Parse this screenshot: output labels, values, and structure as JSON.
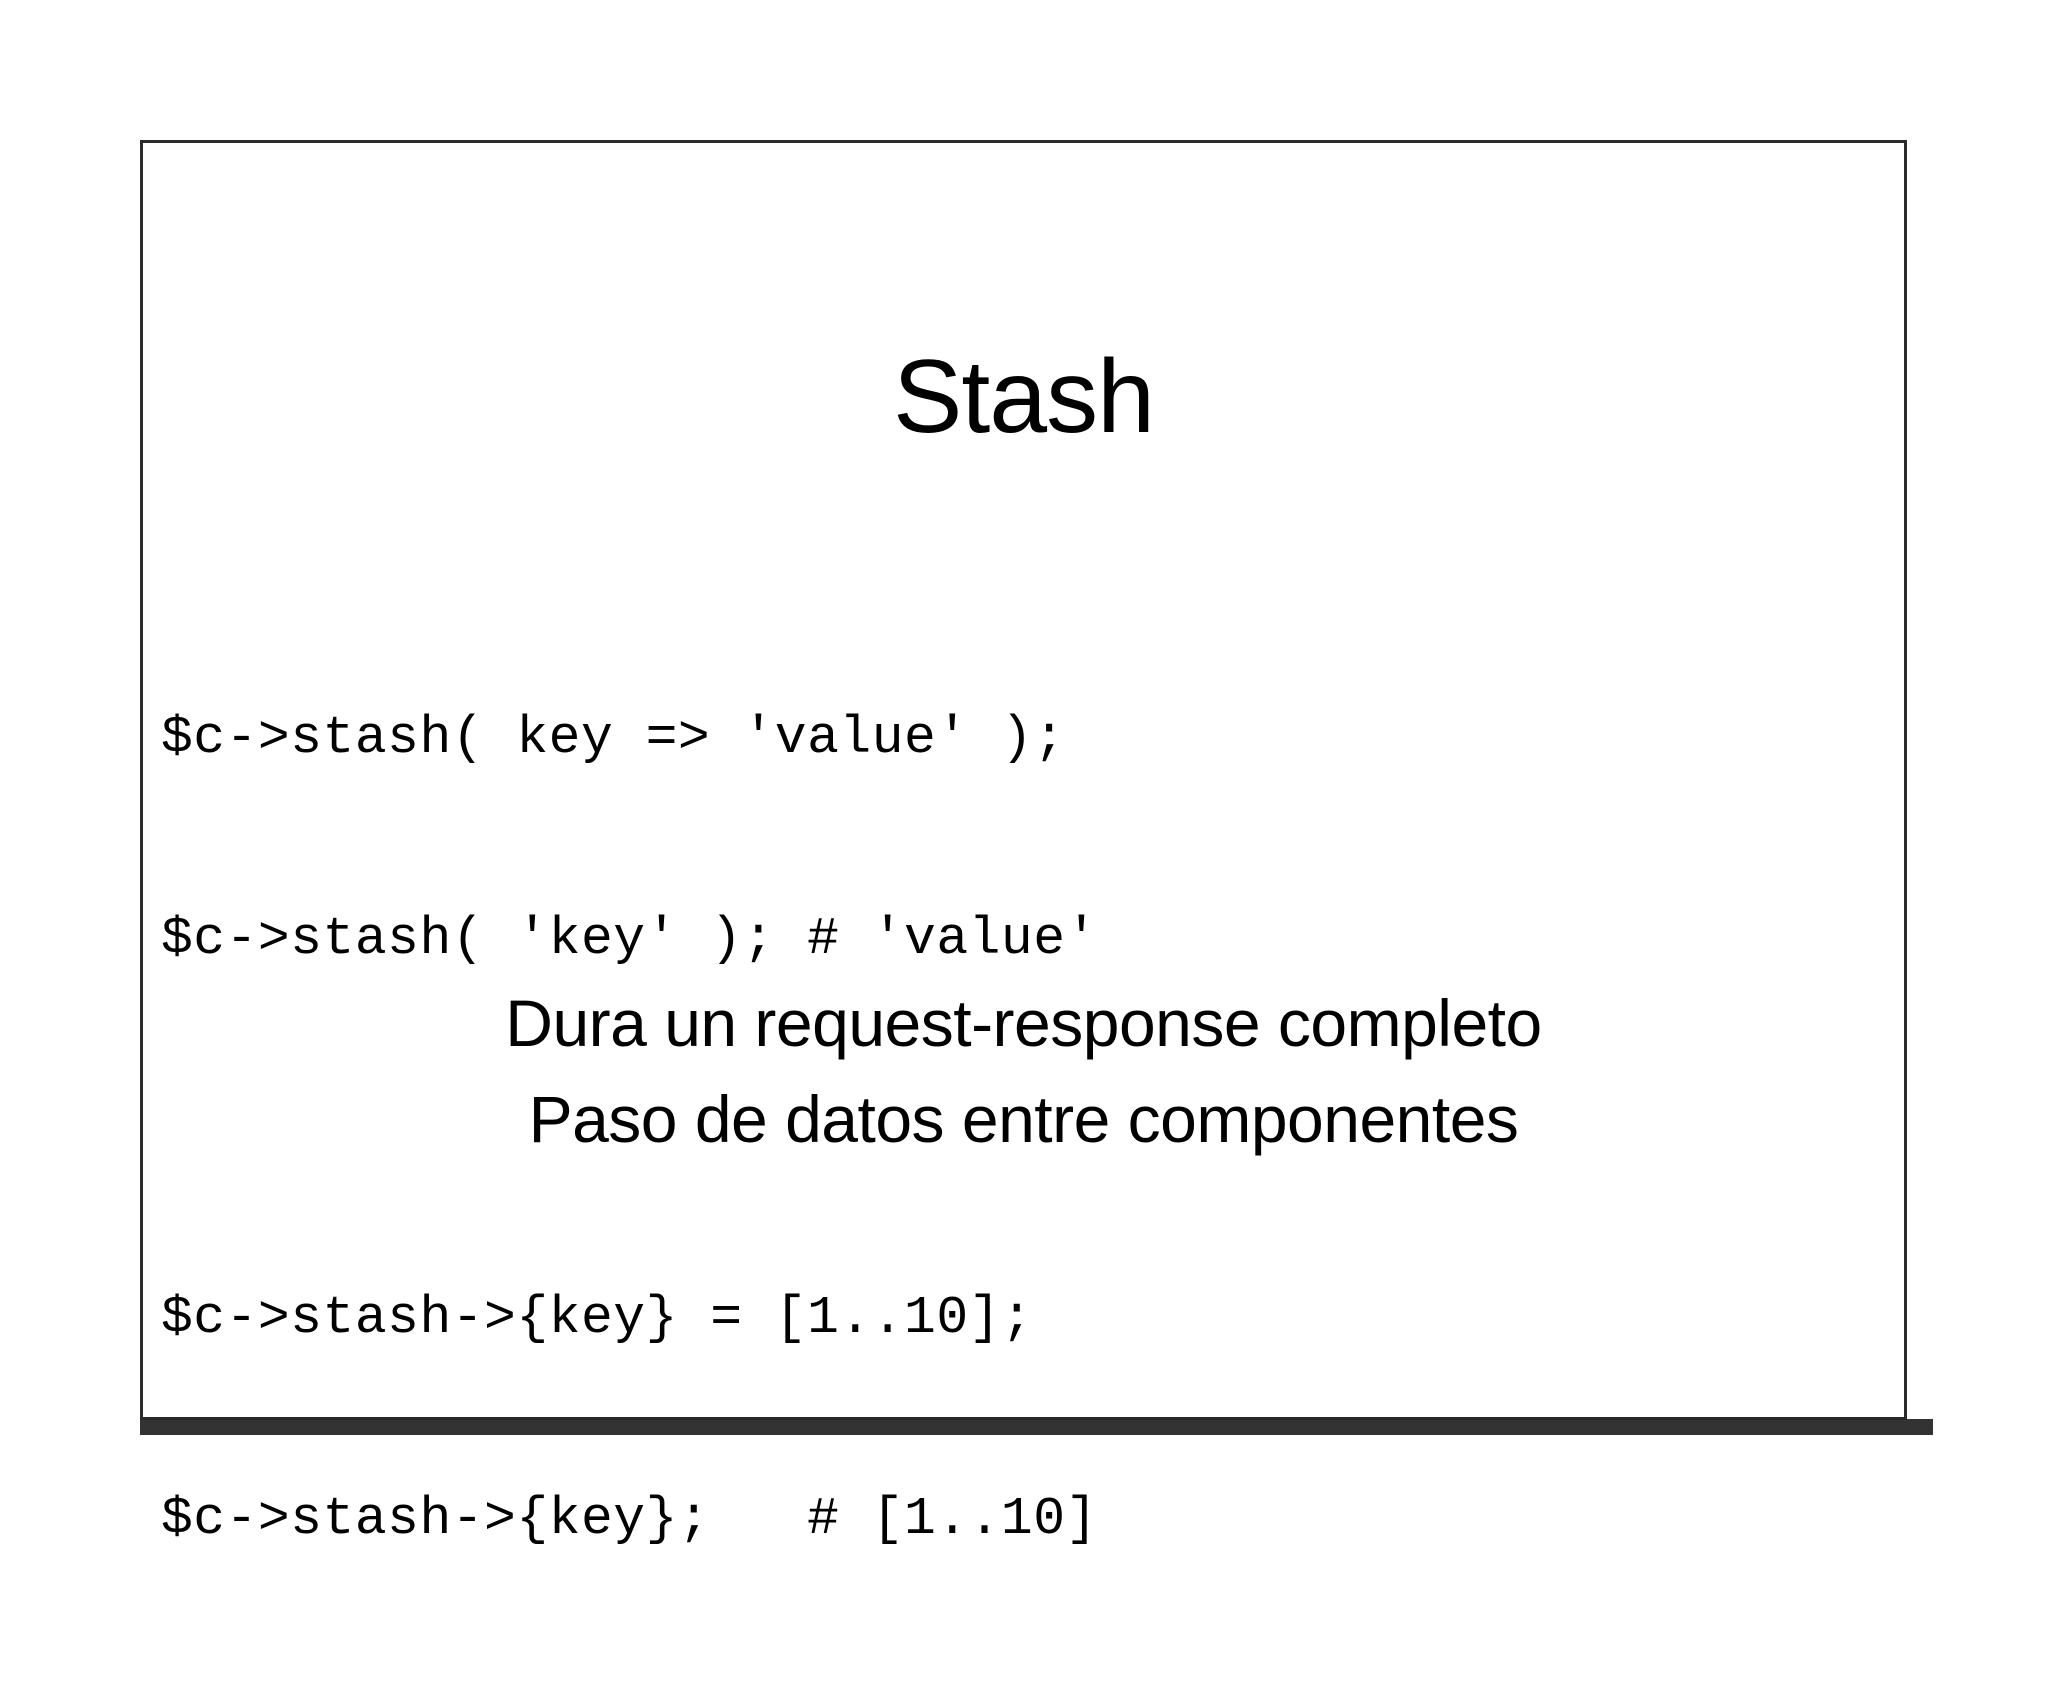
{
  "slide": {
    "title": "Stash",
    "code_lines": [
      "$c->stash( key => 'value' );",
      "$c->stash( 'key' ); # 'value'",
      "",
      "$c->stash->{key} = [1..10];",
      "$c->stash->{key};   # [1..10]"
    ],
    "captions": [
      "Dura un request-response completo",
      "Paso de datos entre componentes"
    ],
    "colors": {
      "background": "#ffffff",
      "text": "#000000",
      "border": "#2b2b2b",
      "shadow_bar": "#333333"
    }
  }
}
